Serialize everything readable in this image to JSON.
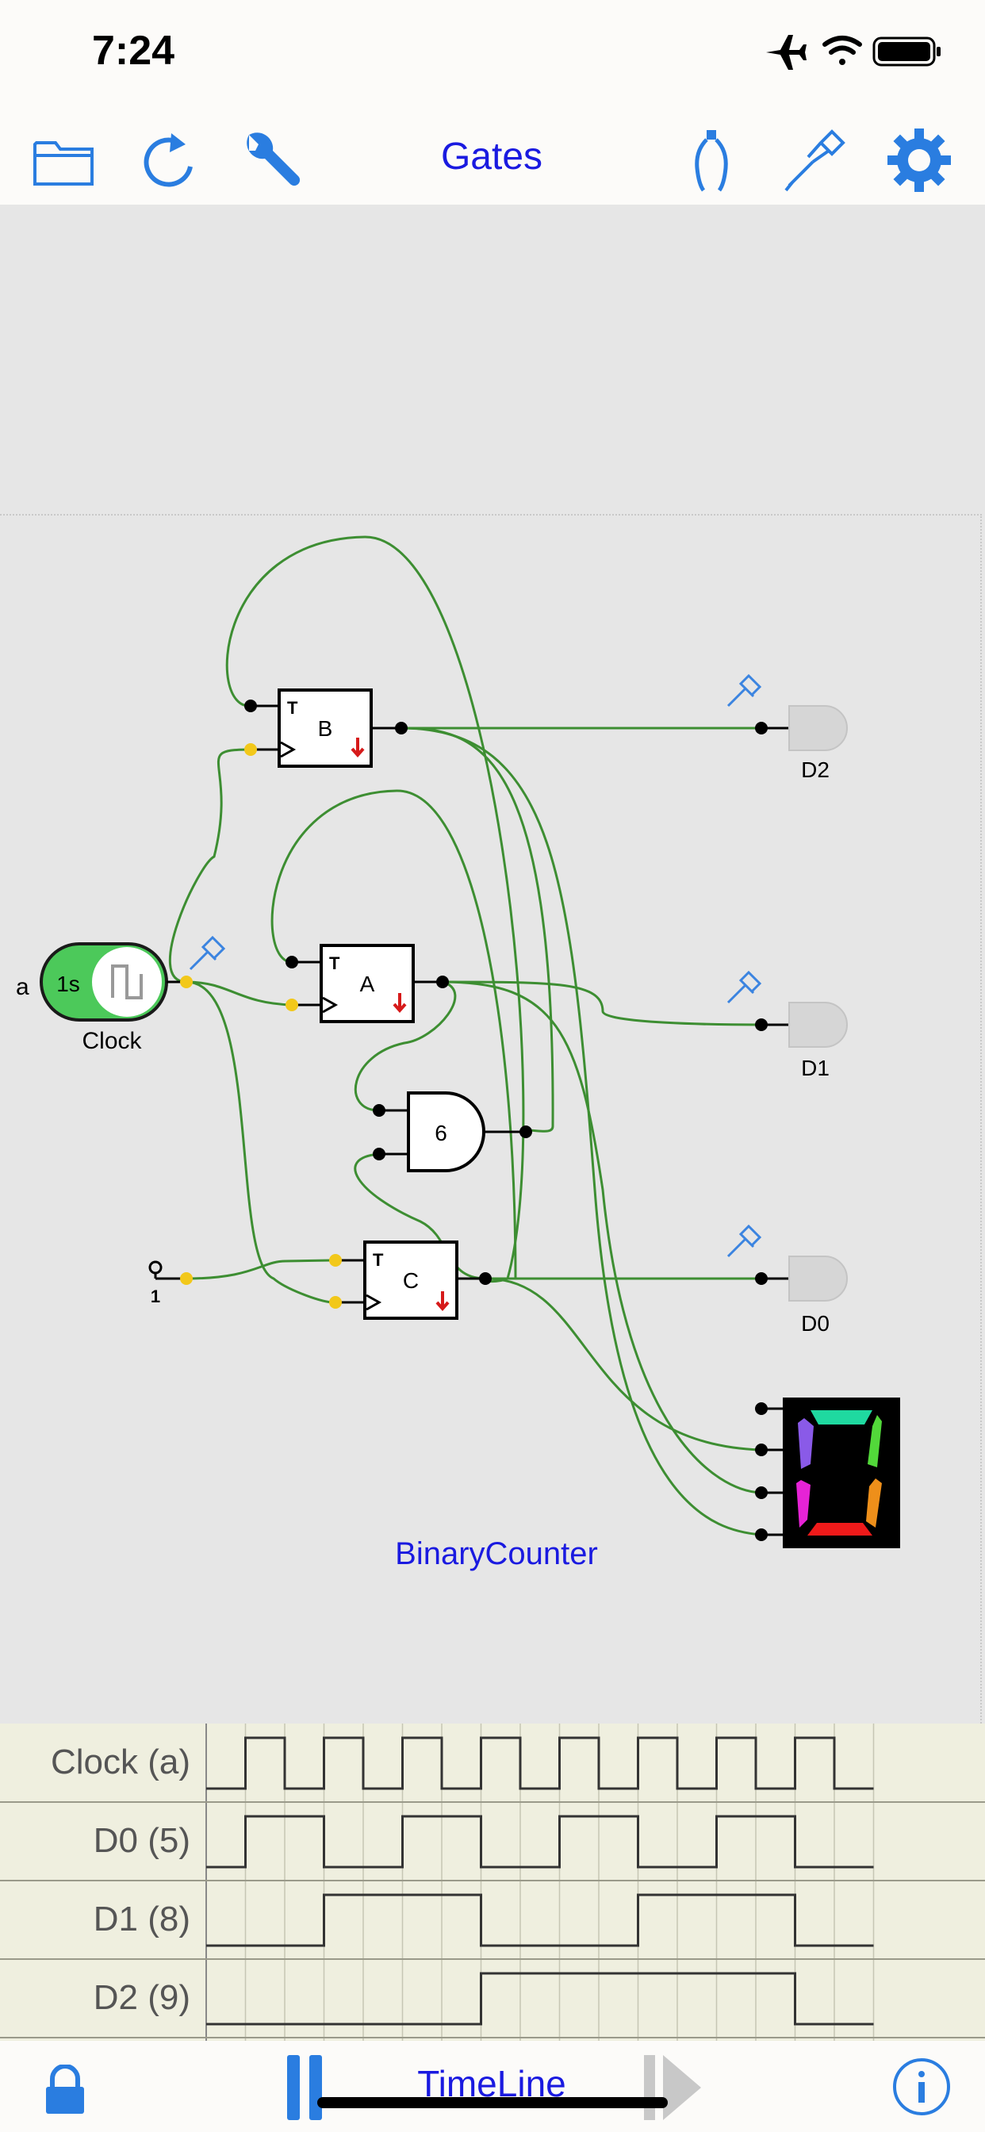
{
  "status": {
    "time": "7:24"
  },
  "toolbar": {
    "title": "Gates",
    "left_icons": [
      "folder-icon",
      "refresh-icon",
      "wrench-icon"
    ],
    "right_icons": [
      "cutter-icon",
      "probe-icon",
      "gear-icon"
    ]
  },
  "circuit": {
    "title": "BinaryCounter",
    "clock": {
      "prefix": "a",
      "period": "1s",
      "label": "Clock"
    },
    "flipflops": [
      {
        "name": "B",
        "type": "T"
      },
      {
        "name": "A",
        "type": "T"
      },
      {
        "name": "C",
        "type": "T"
      }
    ],
    "and_gate": {
      "label": "6"
    },
    "constant": {
      "label": "1"
    },
    "leds": [
      {
        "name": "D2"
      },
      {
        "name": "D1"
      },
      {
        "name": "D0"
      }
    ],
    "display_segment_colors": [
      "#1fd9a0",
      "#52d83a",
      "#ee8f1a",
      "#ef1a1a",
      "#e623d6",
      "#8a5ae8",
      "#f0c31a"
    ],
    "wire_color": "#3d8e32",
    "accent_color": "#1a1ae0"
  },
  "timeline": {
    "title": "TimeLine",
    "rows": [
      {
        "label": "Clock (a)",
        "levels": [
          0,
          1,
          0,
          1,
          0,
          1,
          0,
          1,
          0,
          1,
          0,
          1,
          0,
          1,
          0,
          1,
          0
        ]
      },
      {
        "label": "D0 (5)",
        "levels": [
          0,
          1,
          1,
          0,
          0,
          1,
          1,
          0,
          0,
          1,
          1,
          0,
          0,
          1,
          1,
          0,
          0
        ]
      },
      {
        "label": "D1 (8)",
        "levels": [
          0,
          0,
          0,
          1,
          1,
          1,
          1,
          0,
          0,
          0,
          0,
          1,
          1,
          1,
          1,
          0,
          0
        ]
      },
      {
        "label": "D2 (9)",
        "levels": [
          0,
          0,
          0,
          0,
          0,
          0,
          0,
          1,
          1,
          1,
          1,
          1,
          1,
          1,
          1,
          0,
          0
        ]
      }
    ]
  }
}
